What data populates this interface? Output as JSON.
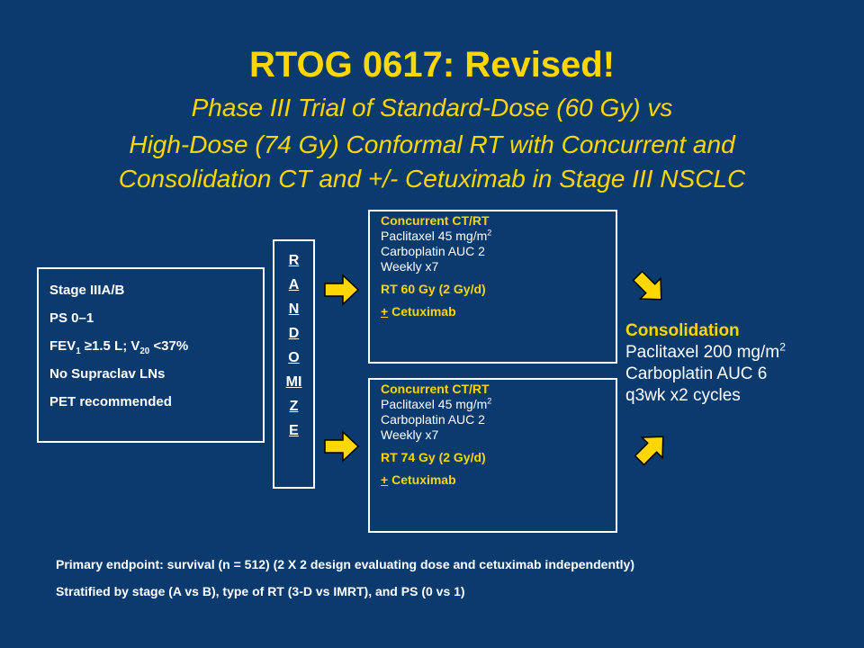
{
  "title": "RTOG 0617: Revised!",
  "subtitle_lines": [
    "Phase III Trial of Standard-Dose (60 Gy) vs",
    "High-Dose (74 Gy) Conformal RT with Concurrent and",
    "Consolidation CT and +/- Cetuximab in Stage III NSCLC"
  ],
  "eligibility": {
    "stage": "Stage IIIA/B",
    "ps": "PS 0–1",
    "fev_prefix": "FEV",
    "fev_sub": "1",
    "fev_mid": " ≥1.5 L; V",
    "v_sub": "20",
    "fev_suffix": " <37%",
    "supraclav": "No Supraclav LNs",
    "pet": "PET recommended"
  },
  "randomize_letters": [
    "R",
    "A",
    "N",
    "D",
    "O",
    "MI",
    "Z",
    "E"
  ],
  "arms": [
    {
      "heading": "Concurrent CT/RT",
      "paclitaxel": "Paclitaxel 45 mg/m",
      "paclitaxel_sup": "2",
      "carboplatin": "Carboplatin AUC 2",
      "schedule": "Weekly x7",
      "rt": "RT 60 Gy (2 Gy/d)",
      "cetux_symbol": "+",
      "cetux_label": " Cetuximab"
    },
    {
      "heading": "Concurrent CT/RT",
      "paclitaxel": "Paclitaxel 45 mg/m",
      "paclitaxel_sup": "2",
      "carboplatin": "Carboplatin AUC 2",
      "schedule": "Weekly x7",
      "rt": "RT 74 Gy (2 Gy/d)",
      "cetux_symbol": "+",
      "cetux_label": " Cetuximab"
    }
  ],
  "consolidation": {
    "heading": "Consolidation",
    "paclitaxel": "Paclitaxel 200 mg/m",
    "paclitaxel_sup": "2",
    "carboplatin": "Carboplatin AUC 6",
    "schedule": "q3wk x2 cycles"
  },
  "footnotes": [
    "Primary endpoint: survival (n = 512) (2 X 2 design evaluating dose and cetuximab independently)",
    "Stratified by stage (A vs B), type of RT (3-D vs IMRT), and PS (0 vs 1)"
  ],
  "colors": {
    "background": "#0a3a6e",
    "accent": "#ffd700",
    "text": "#ffffff"
  },
  "icons": [
    "arrow-right-icon",
    "arrow-right-icon",
    "arrow-down-right-icon",
    "arrow-up-right-icon"
  ]
}
